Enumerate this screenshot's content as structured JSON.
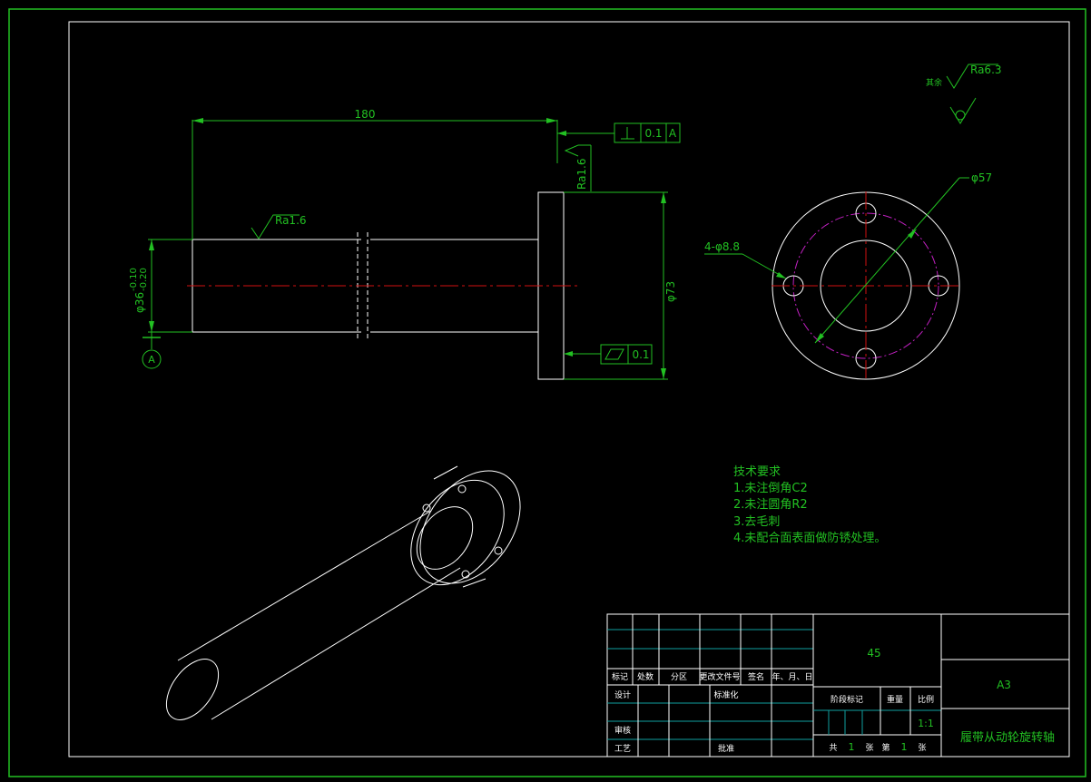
{
  "drawing": {
    "length_dim": "180",
    "shaft_dia_dim": "φ36",
    "shaft_tol_upper": "-0.10",
    "shaft_tol_lower": "-0.20",
    "flange_dia_dim": "φ73",
    "bolt_circle_dim": "φ57",
    "holes_dim": "4-φ8.8",
    "datum_label": "A",
    "rough_shaft": "Ra1.6",
    "rough_flange": "Ra1.6",
    "rough_rest_prefix": "其余",
    "rough_rest": "Ra6.3",
    "perp_tol_value": "0.1",
    "perp_tol_datum": "A",
    "flat_tol_value": "0.1"
  },
  "notes": {
    "title": "技术要求",
    "items": [
      "1.未注倒角C2",
      "2.未注圆角R2",
      "3.去毛刺",
      "4.未配合面表面做防锈处理。"
    ]
  },
  "title_block": {
    "h_mark": "标记",
    "h_count": "处数",
    "h_zone": "分区",
    "h_doc": "更改文件号",
    "h_sign": "签名",
    "h_date": "年、月、日",
    "design": "设计",
    "standardize": "标准化",
    "review": "审核",
    "process": "工艺",
    "approve": "批准",
    "material": "45",
    "stage_mark": "阶段标记",
    "weight": "重量",
    "scale": "比例",
    "scale_value": "1:1",
    "total_prefix": "共",
    "total_sheets": "1",
    "sheet_word": "张",
    "sheet_no_prefix": "第",
    "sheet_no": "1",
    "sheet_word2": "张",
    "paper_size": "A3",
    "part_name": "履带从动轮旋转轴"
  }
}
